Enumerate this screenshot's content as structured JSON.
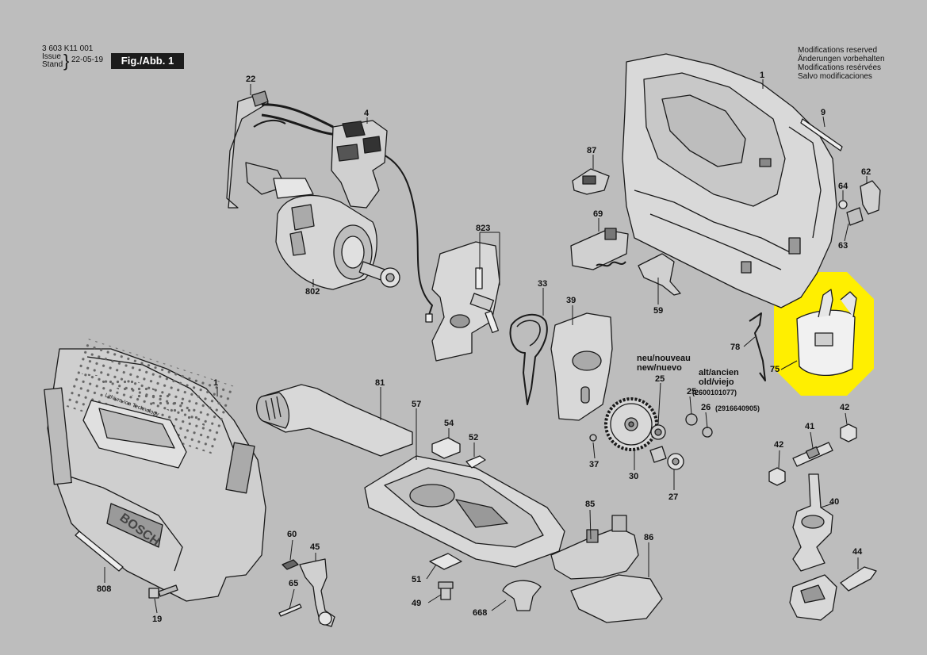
{
  "header": {
    "part_number": "3 603 K11 001",
    "issue_label": "Issue",
    "stand_label": "Stand",
    "date": "22-05-19",
    "figure": "Fig./Abb. 1"
  },
  "modifications": [
    "Modifications reserved",
    "Änderungen vorbehalten",
    "Modifications resérvées",
    "Salvo modificaciones"
  ],
  "callouts": {
    "p22": "22",
    "p4": "4",
    "p802": "802",
    "p823": "823",
    "p33": "33",
    "p39": "39",
    "p87": "87",
    "p69": "69",
    "p59": "59",
    "p1_top": "1",
    "p9": "9",
    "p62": "62",
    "p64": "64",
    "p63": "63",
    "p78": "78",
    "p75": "75",
    "p1_left": "1",
    "p81": "81",
    "p57": "57",
    "p54": "54",
    "p52": "52",
    "p37": "37",
    "p25a": "25",
    "p25b": "25",
    "p26": "26",
    "p30": "30",
    "p27": "27",
    "p42a": "42",
    "p41": "41",
    "p42b": "42",
    "p40": "40",
    "p44": "44",
    "p808": "808",
    "p19": "19",
    "p60": "60",
    "p45": "45",
    "p65": "65",
    "p51": "51",
    "p49": "49",
    "p668": "668",
    "p85": "85",
    "p86": "86"
  },
  "gear_notes": {
    "new_line1": "neu/nouveau",
    "new_line2": "new/nuevo",
    "old_line1": "alt/ancien",
    "old_line2": "old/viejo",
    "code_25": "(2600101077)",
    "code_26": "(2916640905)"
  },
  "housing_text": {
    "brand": "BOSCH",
    "slogan": "Lithium-Ion Technology"
  },
  "colors": {
    "background": "#bdbdbd",
    "highlight": "#ffef00",
    "line": "#1a1a1a",
    "part_fill": "#d8d8d8"
  }
}
